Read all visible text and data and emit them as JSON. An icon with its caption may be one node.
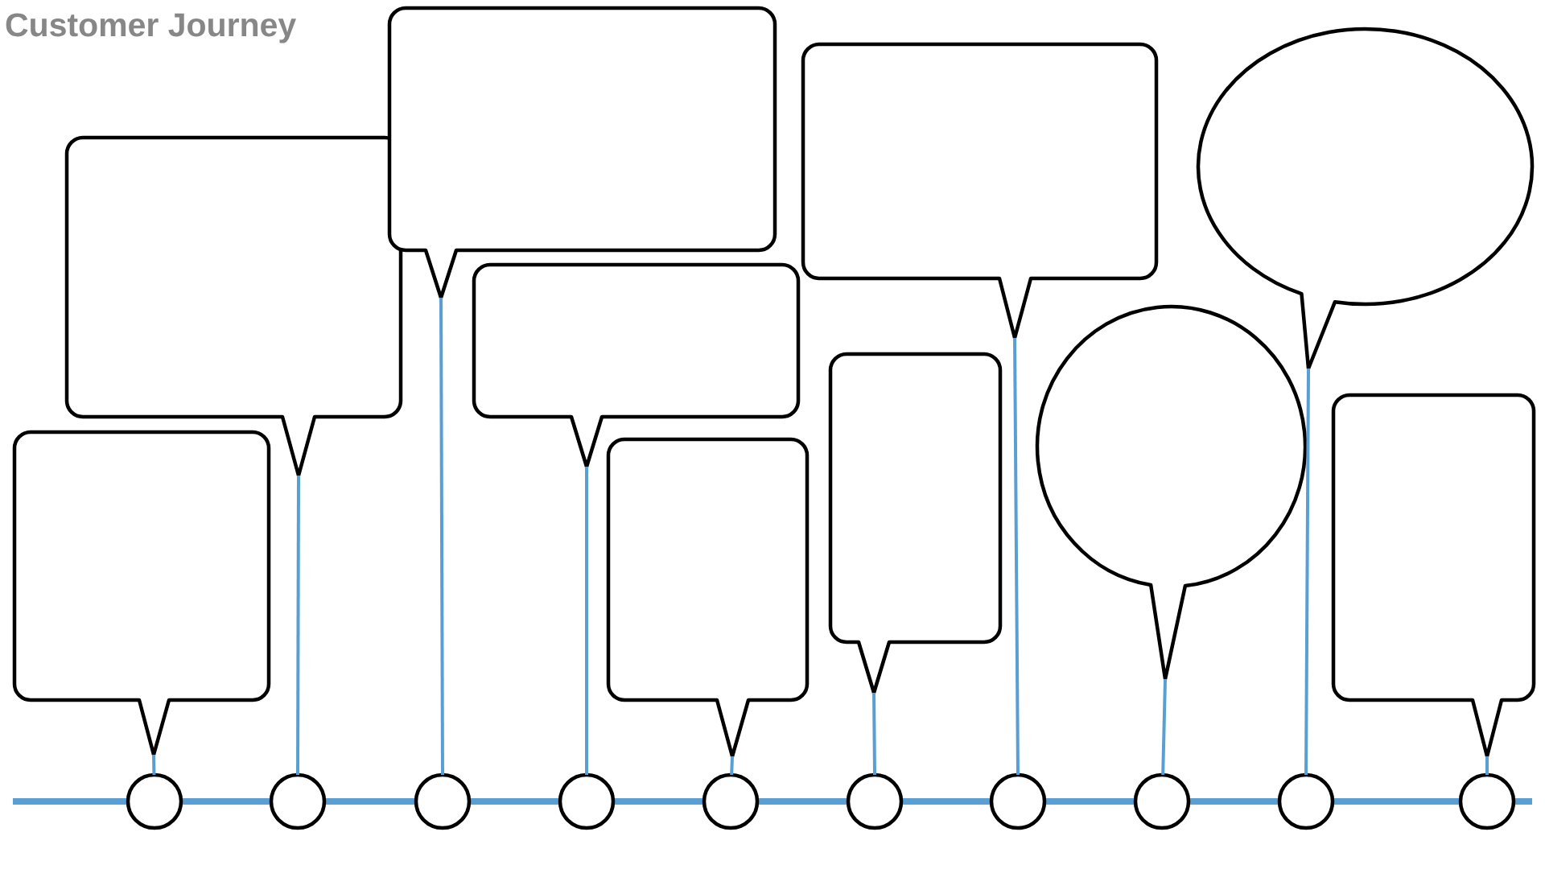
{
  "diagram": {
    "title": "Customer Journey",
    "nodes": [
      {
        "text": [],
        "shape": "callout"
      },
      {
        "text": [],
        "shape": "callout"
      },
      {
        "text": [],
        "shape": "callout"
      },
      {
        "text": [],
        "shape": "callout"
      },
      {
        "text": [],
        "shape": "callout"
      },
      {
        "text": [],
        "shape": "callout"
      },
      {
        "text": [],
        "shape": "callout"
      },
      {
        "text": [],
        "shape": "ellipse"
      },
      {
        "text": [],
        "shape": "ellipse"
      },
      {
        "text": [],
        "shape": "callout"
      },
      {
        "text": [],
        "shape": "circle"
      },
      {
        "text": [],
        "shape": "circle"
      },
      {
        "text": [],
        "shape": "circle"
      },
      {
        "text": [],
        "shape": "circle"
      },
      {
        "text": [],
        "shape": "circle"
      },
      {
        "text": [],
        "shape": "circle"
      },
      {
        "text": [],
        "shape": "circle"
      },
      {
        "text": [],
        "shape": "circle"
      },
      {
        "text": [],
        "shape": "circle"
      },
      {
        "text": [],
        "shape": "circle"
      }
    ],
    "edges": [
      {
        "from": 0,
        "to": 10,
        "arrow": "none"
      },
      {
        "from": 1,
        "to": 11,
        "arrow": "none"
      },
      {
        "from": 2,
        "to": 12,
        "arrow": "none"
      },
      {
        "from": 3,
        "to": 13,
        "arrow": "none"
      },
      {
        "from": 4,
        "to": 14,
        "arrow": "none"
      },
      {
        "from": 5,
        "to": 15,
        "arrow": "none"
      },
      {
        "from": 6,
        "to": 16,
        "arrow": "none"
      },
      {
        "from": 7,
        "to": 17,
        "arrow": "none"
      },
      {
        "from": 8,
        "to": 18,
        "arrow": "none"
      },
      {
        "from": 9,
        "to": 19,
        "arrow": "none"
      }
    ]
  }
}
